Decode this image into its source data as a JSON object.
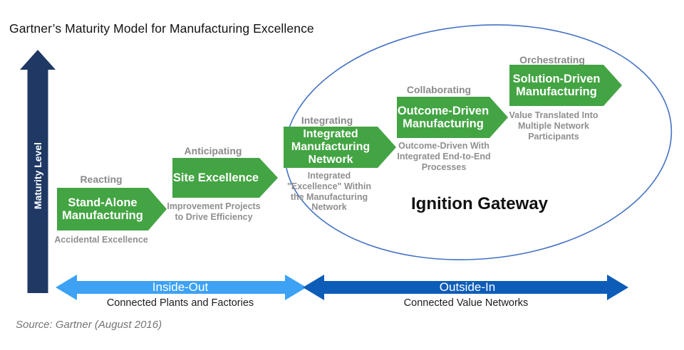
{
  "title": "Gartner’s Maturity Model for Manufacturing Excellence",
  "y_axis": {
    "label": "Maturity Level"
  },
  "stages": [
    {
      "phase": "Reacting",
      "name": "Stand-Alone\nManufacturing",
      "note": "Accidental Excellence"
    },
    {
      "phase": "Anticipating",
      "name": "Site Excellence",
      "note": "Improvement Projects\nto Drive Efficiency"
    },
    {
      "phase": "Integrating",
      "name": "Integrated\nManufacturing\nNetwork",
      "note": "Integrated\n\"Excellence\" Within\nthe Manufacturing\nNetwork"
    },
    {
      "phase": "Collaborating",
      "name": "Outcome-Driven\nManufacturing",
      "note": "Outcome-Driven With\nIntegrated End-to-End\nProcesses"
    },
    {
      "phase": "Orchestrating",
      "name": "Solution-Driven\nManufacturing",
      "note": "Value Translated Into\nMultiple Network\nParticipants"
    }
  ],
  "annotation": {
    "label": "Ignition Gateway"
  },
  "bottom_axis": {
    "left": {
      "label": "Inside-Out",
      "sublabel": "Connected Plants and Factories"
    },
    "right": {
      "label": "Outside-In",
      "sublabel": "Connected Value Networks"
    }
  },
  "source": "Source: Gartner (August 2016)",
  "colors": {
    "navy": "#1f3864",
    "green": "#43a443",
    "lightBlue": "#3da2f4",
    "blue": "#0d5db8",
    "ellipse": "#4472c4",
    "grayLabel": "#8a8a8a",
    "grayNote": "#8f8f8f"
  }
}
